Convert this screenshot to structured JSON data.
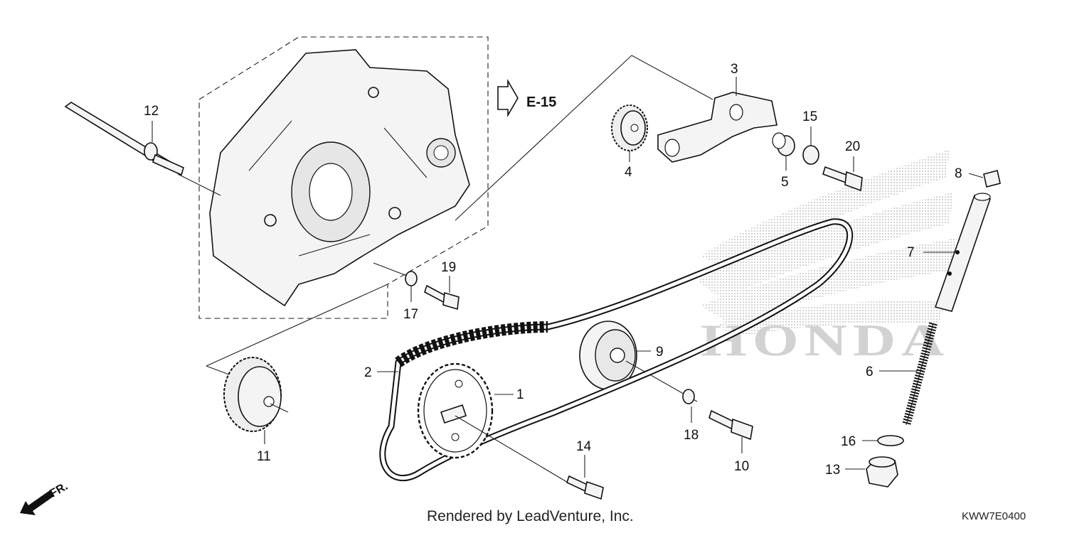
{
  "diagram": {
    "reference": "E-15",
    "brand_watermark": "HONDA",
    "credit": "Rendered by LeadVenture, Inc.",
    "diagram_code": "KWW7E0400",
    "front_marker": "FR.",
    "callouts": [
      {
        "id": "c1",
        "text": "1"
      },
      {
        "id": "c2",
        "text": "2"
      },
      {
        "id": "c3",
        "text": "3"
      },
      {
        "id": "c4",
        "text": "4"
      },
      {
        "id": "c5",
        "text": "5"
      },
      {
        "id": "c6",
        "text": "6"
      },
      {
        "id": "c7",
        "text": "7"
      },
      {
        "id": "c8",
        "text": "8"
      },
      {
        "id": "c9",
        "text": "9"
      },
      {
        "id": "c10",
        "text": "10"
      },
      {
        "id": "c11",
        "text": "11"
      },
      {
        "id": "c12",
        "text": "12"
      },
      {
        "id": "c13",
        "text": "13"
      },
      {
        "id": "c14",
        "text": "14"
      },
      {
        "id": "c15",
        "text": "15"
      },
      {
        "id": "c16",
        "text": "16"
      },
      {
        "id": "c17",
        "text": "17"
      },
      {
        "id": "c18",
        "text": "18"
      },
      {
        "id": "c19",
        "text": "19"
      },
      {
        "id": "c20",
        "text": "20"
      }
    ]
  }
}
